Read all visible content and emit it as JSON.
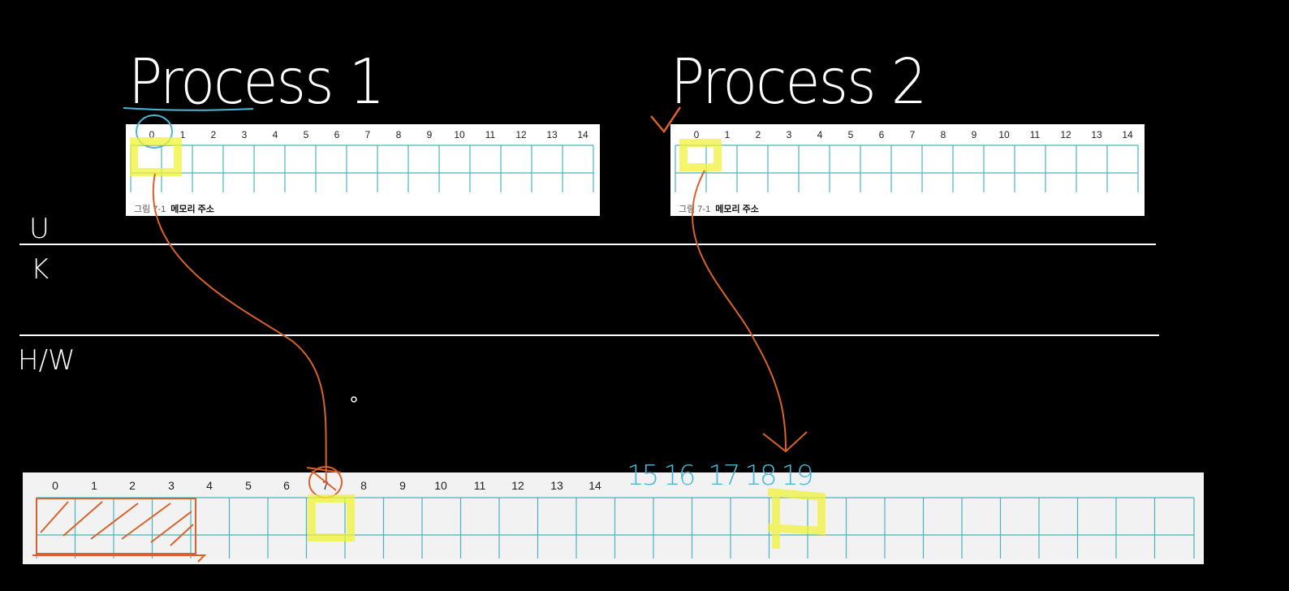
{
  "titles": {
    "process1": "Process 1",
    "process2": "Process 2"
  },
  "layers": {
    "user": "U",
    "kernel": "K",
    "hardware": "H/W"
  },
  "process_memory": {
    "addresses": [
      "0",
      "1",
      "2",
      "3",
      "4",
      "5",
      "6",
      "7",
      "8",
      "9",
      "10",
      "11",
      "12",
      "13",
      "14"
    ],
    "caption_label": "그림 7-1",
    "caption_title": "메모리 주소"
  },
  "physical_memory": {
    "addresses": [
      "0",
      "1",
      "2",
      "3",
      "4",
      "5",
      "6",
      "7",
      "8",
      "9",
      "10",
      "11",
      "12",
      "13",
      "14"
    ],
    "handwritten_addresses": [
      "15",
      "16",
      "17",
      "18",
      "19"
    ]
  },
  "annotation_colors": {
    "highlight": "#f2f23a",
    "arrow": "#d9622b",
    "circle_blue": "#4ab8d8",
    "grid": "#49b3bd"
  }
}
